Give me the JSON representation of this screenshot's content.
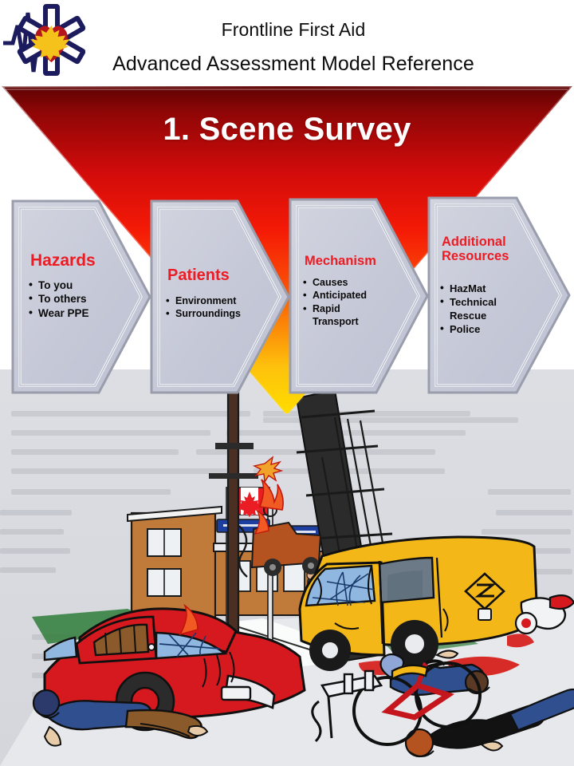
{
  "header": {
    "logo_name": "frontline-first-aid-logo",
    "title_line_1": "Frontline First Aid",
    "title_line_2": "Advanced Assessment Model Reference"
  },
  "banner": {
    "title": "1.  Scene Survey",
    "gradient": {
      "top": "#6b0505",
      "mid_high": "#c10606",
      "mid": "#f21a06",
      "low": "#f77d09",
      "bottom": "#ffd400"
    },
    "text_color": "#ffffff"
  },
  "chevrons": {
    "fill": "#c8cbd9",
    "title_color": "#ED1C24",
    "bullet_color": "#0b0b0b",
    "items": [
      {
        "id": "hazards",
        "title": "Hazards",
        "bullets": [
          "To you",
          "To others",
          "Wear PPE"
        ]
      },
      {
        "id": "patients",
        "title": "Patients",
        "bullets": [
          "Environment",
          "Surroundings"
        ]
      },
      {
        "id": "mechanism",
        "title": "Mechanism",
        "bullets": [
          "Causes",
          "Anticipated",
          "Rapid",
          "Transport"
        ],
        "continuation_indices": [
          3
        ]
      },
      {
        "id": "resources",
        "title": "Additional\nResources",
        "bullets": [
          "HazMat",
          "Technical",
          "Rescue",
          "Police"
        ],
        "continuation_indices": [
          2
        ]
      }
    ]
  },
  "illustration": {
    "name": "motor-vehicle-collision-scene",
    "caption": "Illustration of a multi-vehicle collision scene with casualties, downed power pole, hazmat van and fallen cyclist",
    "background_color": "#d9dbe0"
  }
}
